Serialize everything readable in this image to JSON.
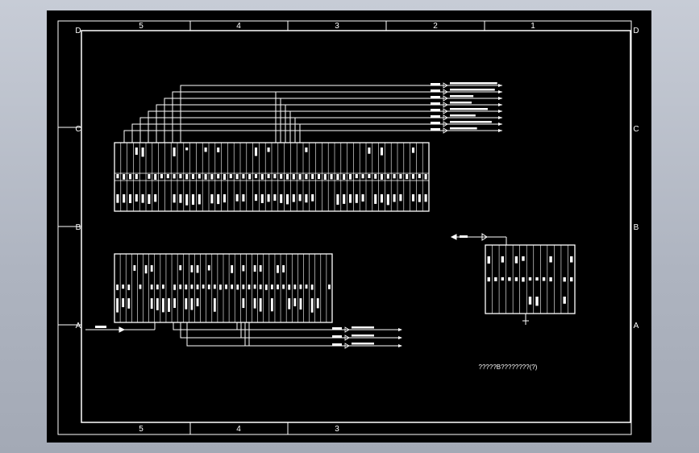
{
  "zones": {
    "columns": [
      "5",
      "4",
      "3",
      "2",
      "1"
    ],
    "bottom_columns": [
      "5",
      "4",
      "3"
    ],
    "rows": [
      "D",
      "C",
      "B",
      "A"
    ]
  },
  "drawing_title": "?????B????????(?)",
  "colors": {
    "background": "#000000",
    "line": "#ffffff",
    "frame": "#ffffff"
  }
}
